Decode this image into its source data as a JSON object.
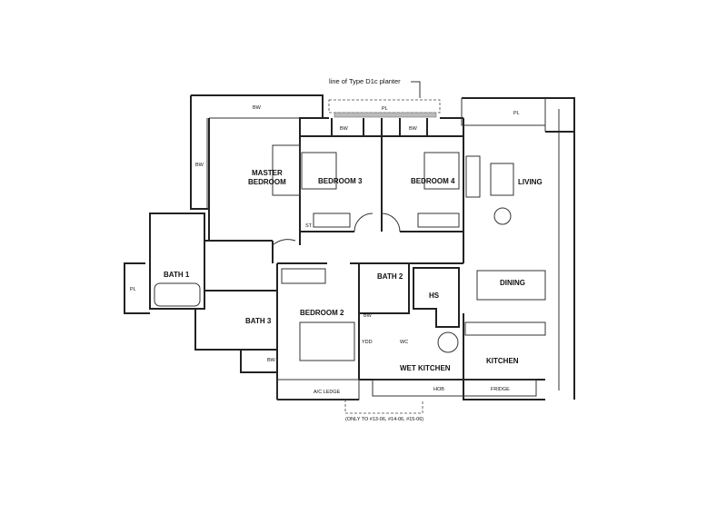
{
  "annotation_top": "line of Type D1c planter",
  "annotation_bottom": "(ONLY TO #13-06, #14-06, #15-06)",
  "rooms": {
    "master_bedroom_1": "MASTER",
    "master_bedroom_2": "BEDROOM",
    "bedroom3": "BEDROOM 3",
    "bedroom4": "BEDROOM 4",
    "living": "LIVING",
    "dining": "DINING",
    "bath1": "BATH 1",
    "bath2": "BATH 2",
    "bath3": "BATH 3",
    "bedroom2": "BEDROOM 2",
    "hs": "HS",
    "wet_kitchen": "WET KITCHEN",
    "kitchen": "KITCHEN",
    "ac_ledge": "A/C LEDGE"
  },
  "small_labels": {
    "bw_top": "BW",
    "bw_left": "BW",
    "bw_b3": "BW",
    "bw_b4": "BW",
    "bw_b2": "BW",
    "bw_bath3": "BW",
    "pl_top": "PL",
    "pl_right": "PL",
    "pl_left": "PL",
    "st": "ST",
    "ydd": "YDD",
    "wc": "WC",
    "hob": "HOB",
    "fridge": "FRIDGE"
  }
}
